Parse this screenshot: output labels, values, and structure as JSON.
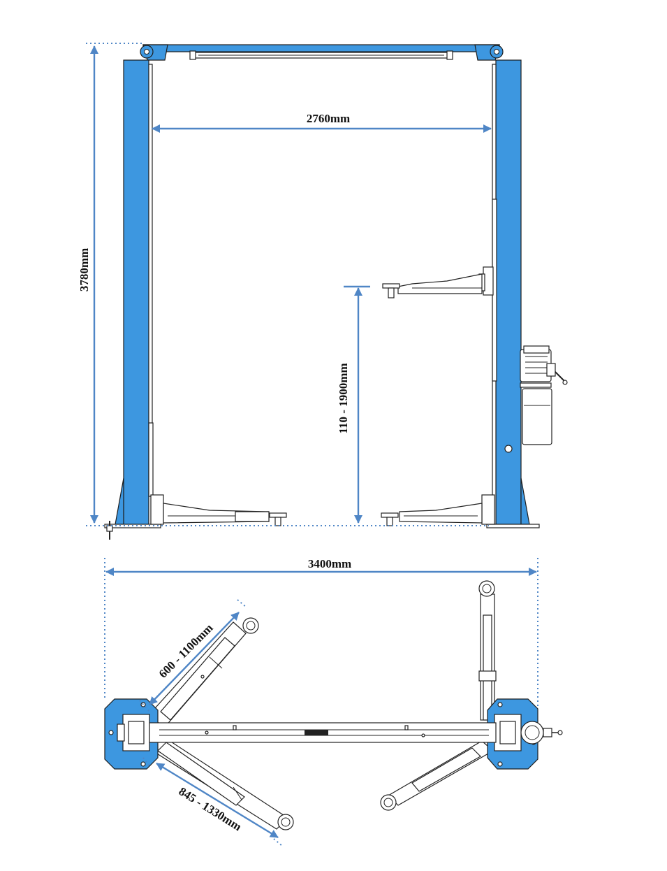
{
  "labels": {
    "height": "3780mm",
    "inner_width": "2760mm",
    "lift_height": "110 - 1900mm",
    "overall_width": "3400mm",
    "short_arm": "600 - 1100mm",
    "long_arm": "845 - 1330mm"
  },
  "colors": {
    "column_blue": "#3d97e0",
    "dimension_blue": "#4f86c6",
    "outline": "#222222"
  }
}
